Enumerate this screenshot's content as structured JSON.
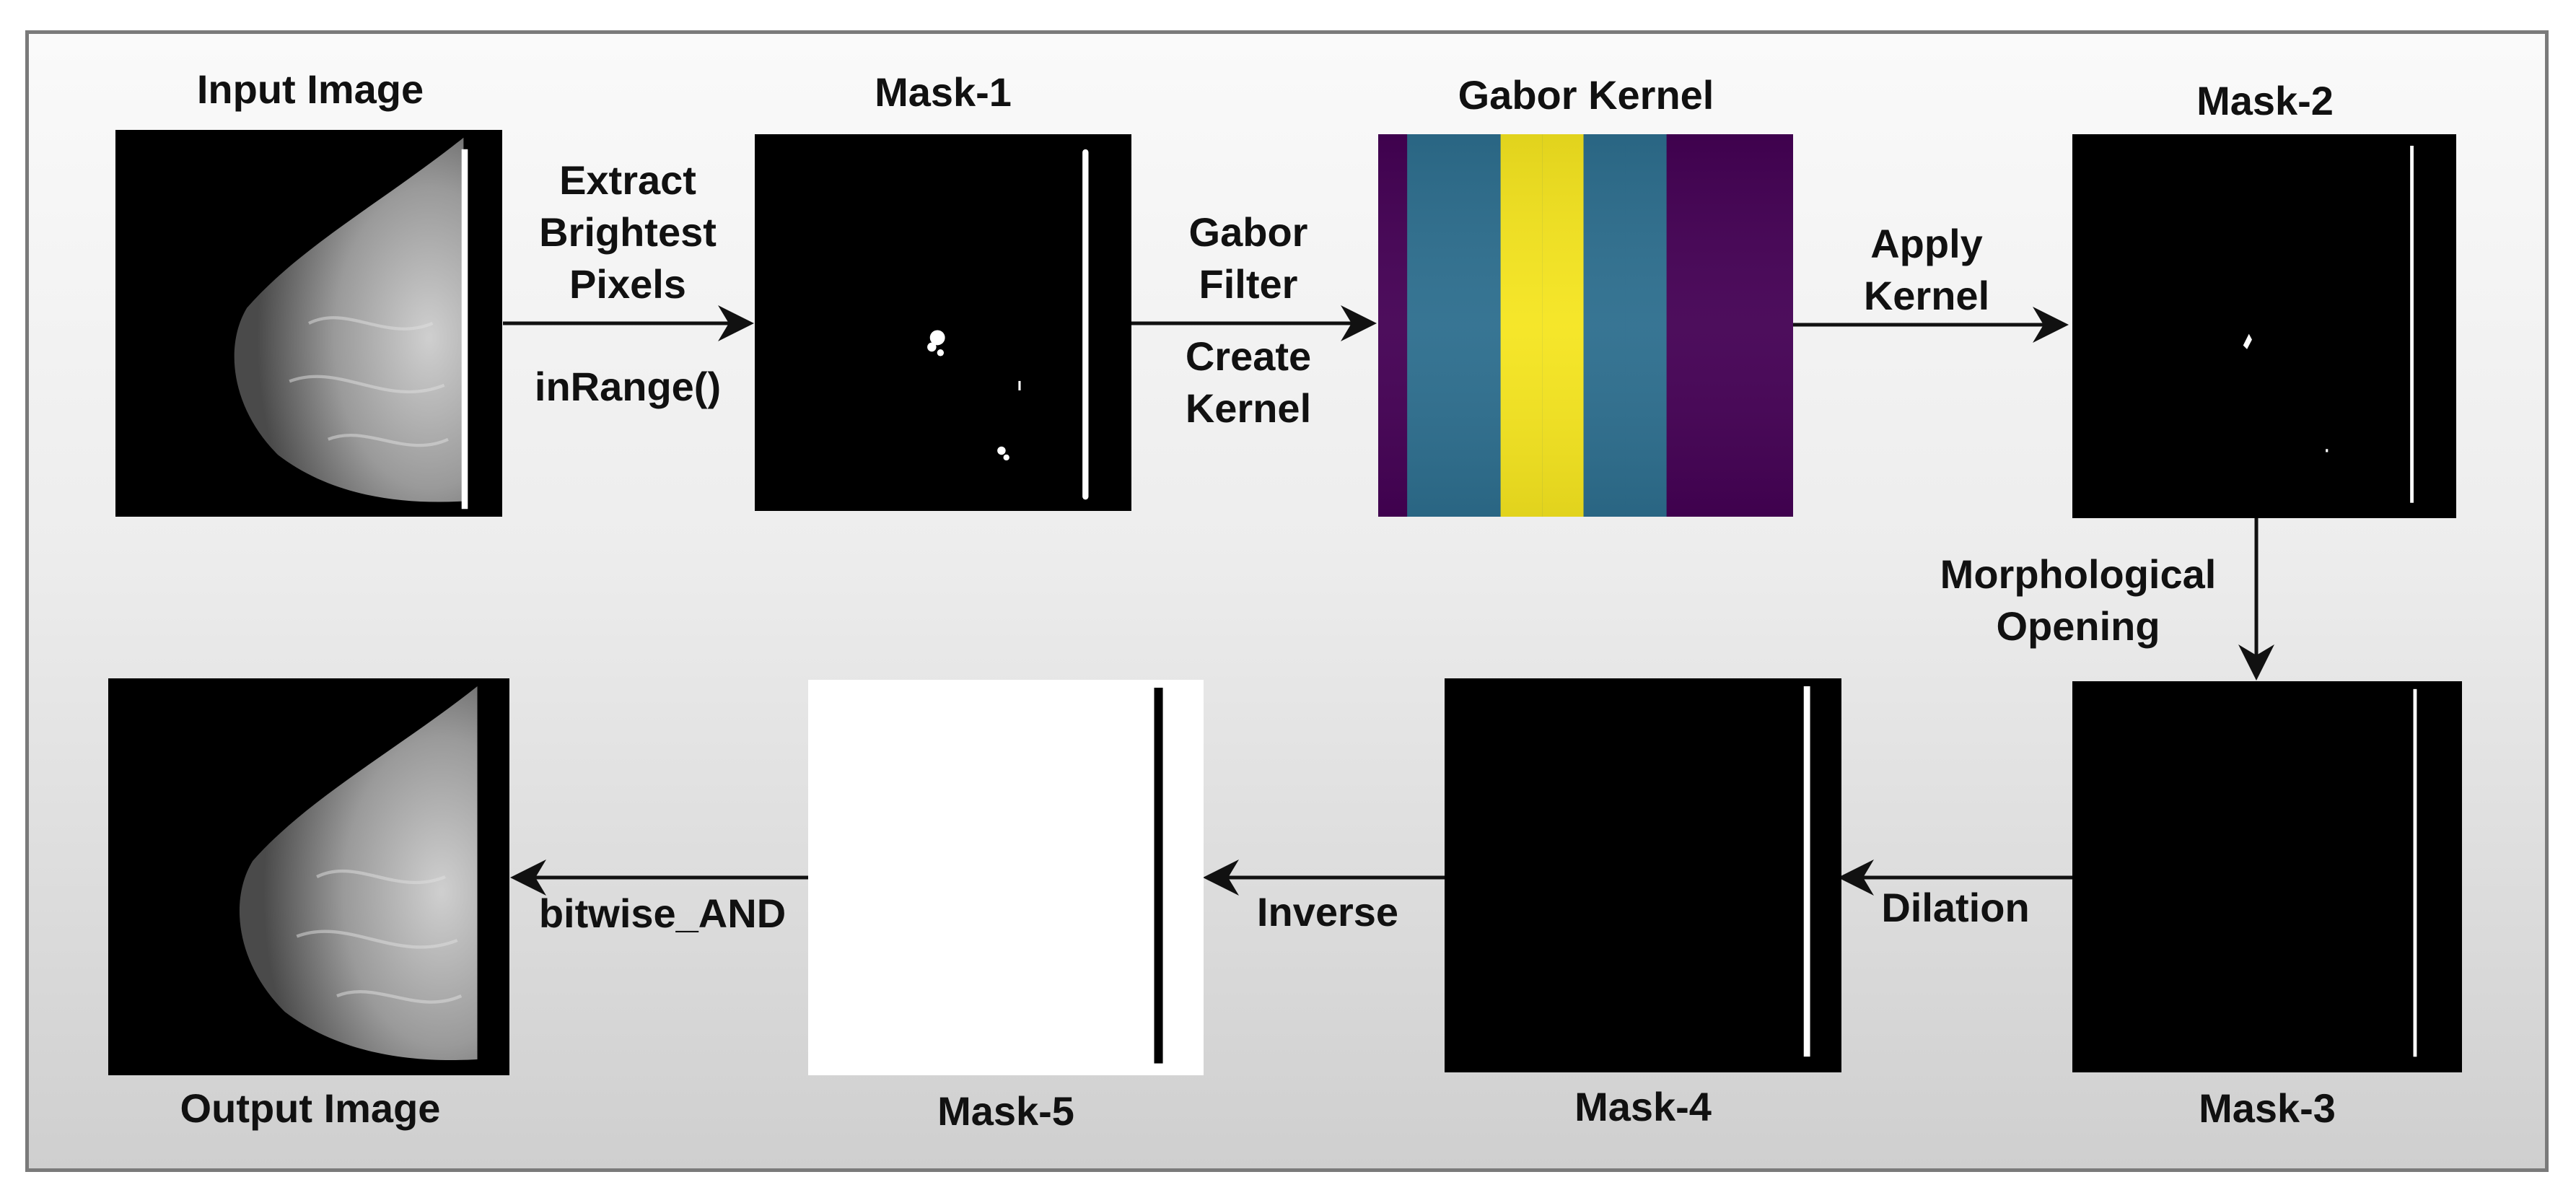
{
  "nodes": {
    "input_image": "Input Image",
    "mask1": "Mask-1",
    "gabor_kernel": "Gabor Kernel",
    "mask2": "Mask-2",
    "mask3": "Mask-3",
    "mask4": "Mask-4",
    "mask5": "Mask-5",
    "output_image": "Output Image"
  },
  "edges": {
    "extract_line1": "Extract",
    "extract_line2": "Brightest",
    "extract_line3": "Pixels",
    "inrange": "inRange()",
    "gabor_line1": "Gabor",
    "gabor_line2": "Filter",
    "create_line1": "Create",
    "create_line2": "Kernel",
    "apply_line1": "Apply",
    "apply_line2": "Kernel",
    "morph_line1": "Morphological",
    "morph_line2": "Opening",
    "dilation": "Dilation",
    "inverse": "Inverse",
    "bitwise": "bitwise_AND"
  },
  "colors": {
    "gabor_purple": "#440154",
    "gabor_teal": "#2d6e8e",
    "gabor_yellow": "#f5e51f",
    "frame_border": "#7a7a7a"
  }
}
